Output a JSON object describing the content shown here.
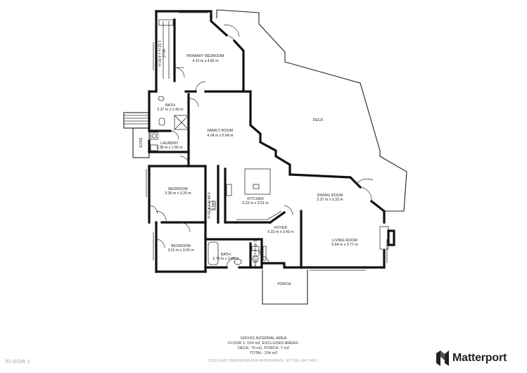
{
  "rooms": {
    "primary_bedroom": {
      "name": "PRIMARY BEDROOM",
      "dims": "4.12 m x 4.82 m"
    },
    "wic": {
      "name": "W.I.C",
      "dims": "1.52 m x 4.82 m"
    },
    "bath1": {
      "name": "BATH",
      "dims": "2.37 m x 2.40 m"
    },
    "laundry": {
      "name": "LAUNDRY",
      "dims": "2.38 m x 1.55 m"
    },
    "family_room": {
      "name": "FAMILY ROOM",
      "dims": "4.04 m x 5.04 m"
    },
    "deck_side": {
      "name": "DECK"
    },
    "deck_main": {
      "name": "DECK"
    },
    "bedroom2": {
      "name": "BEDROOM",
      "dims": "3.36 m x 3.20 m"
    },
    "hall": {
      "name": "HALL",
      "dims": "0.84 m x 4.55 m"
    },
    "kitchen": {
      "name": "KITCHEN",
      "dims": "5.22 m x 3.51 m"
    },
    "dining": {
      "name": "DINING ROOM",
      "dims": "3.37 m x 2.33 m"
    },
    "foyer": {
      "name": "FOYER",
      "dims": "6.31 m x 2.43 m"
    },
    "living": {
      "name": "LIVING ROOM",
      "dims": "5.64 m x 3.77 m"
    },
    "bedroom3": {
      "name": "BEDROOM",
      "dims": "3.01 m x 3.03 m"
    },
    "bath2": {
      "name": "BATH",
      "dims": "2.78 m x 2.08 m"
    },
    "wc": {
      "name": "WC",
      "dims": "1.49 m x 1.08 m"
    },
    "porch": {
      "name": "PORCH"
    }
  },
  "footer": {
    "title": "GROSS INTERNAL AREA",
    "line1": "FLOOR 1: 154 m2, EXCLUDED AREAS:",
    "line2": "DECK: 70 m2, PORCH: 7 m2",
    "line3": "TOTAL: 154 m2",
    "disclaimer": "SIZES AND DIMENSIONS ARE APPROXIMATE, ACTUAL MAY VARY."
  },
  "floor_label": "FLOOR 1",
  "brand": {
    "name": "Matterport",
    "icon": "matterport-logo-icon"
  }
}
